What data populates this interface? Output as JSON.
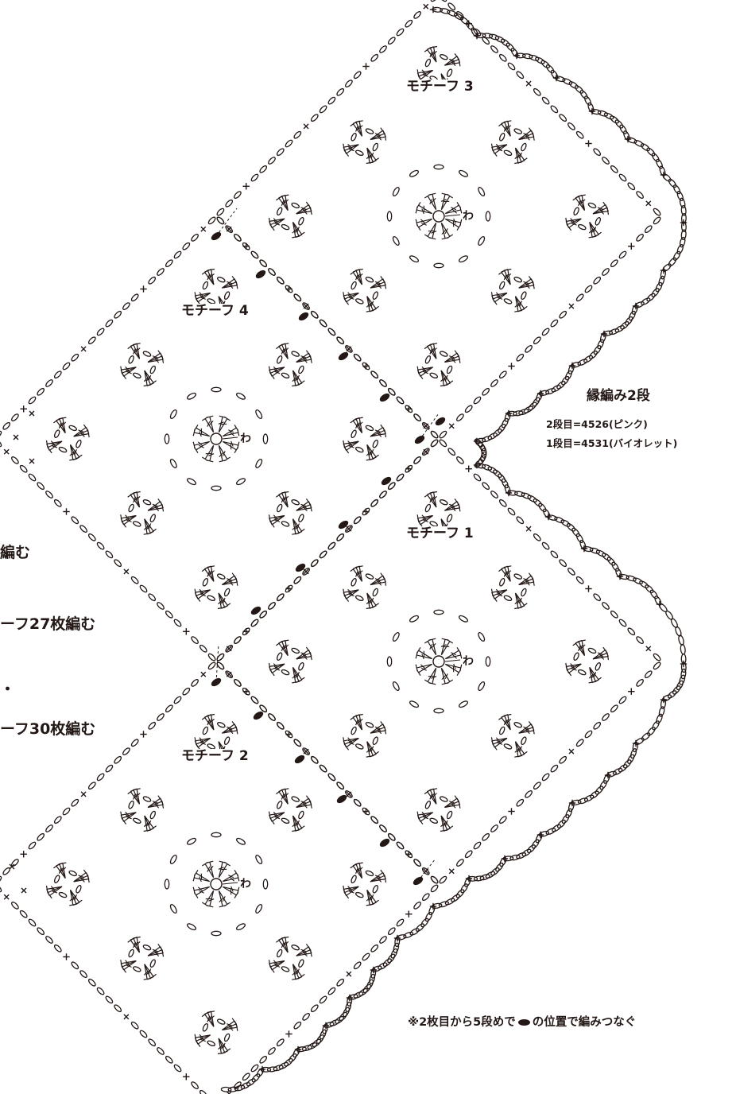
{
  "diagram": {
    "motifs": [
      {
        "id": "m1",
        "label": "モチーフ 1",
        "ring_label": "わ"
      },
      {
        "id": "m2",
        "label": "モチーフ 2",
        "ring_label": "わ"
      },
      {
        "id": "m3",
        "label": "モチーフ 3",
        "ring_label": "わ"
      },
      {
        "id": "m4",
        "label": "モチーフ 4",
        "ring_label": "わ"
      }
    ],
    "edging": {
      "title": "縁編み2段",
      "rows": [
        "2段目=4526(ピンク)",
        "1段目=4531(バイオレット)"
      ]
    },
    "side_text": [
      "編む",
      "ーフ27枚編む",
      "・",
      "ーフ30枚編む"
    ],
    "note": {
      "before": "※2枚目から5段めで",
      "after": "の位置で編みつなぐ"
    },
    "colors": {
      "ink": "#231815",
      "background": "#ffffff"
    }
  }
}
